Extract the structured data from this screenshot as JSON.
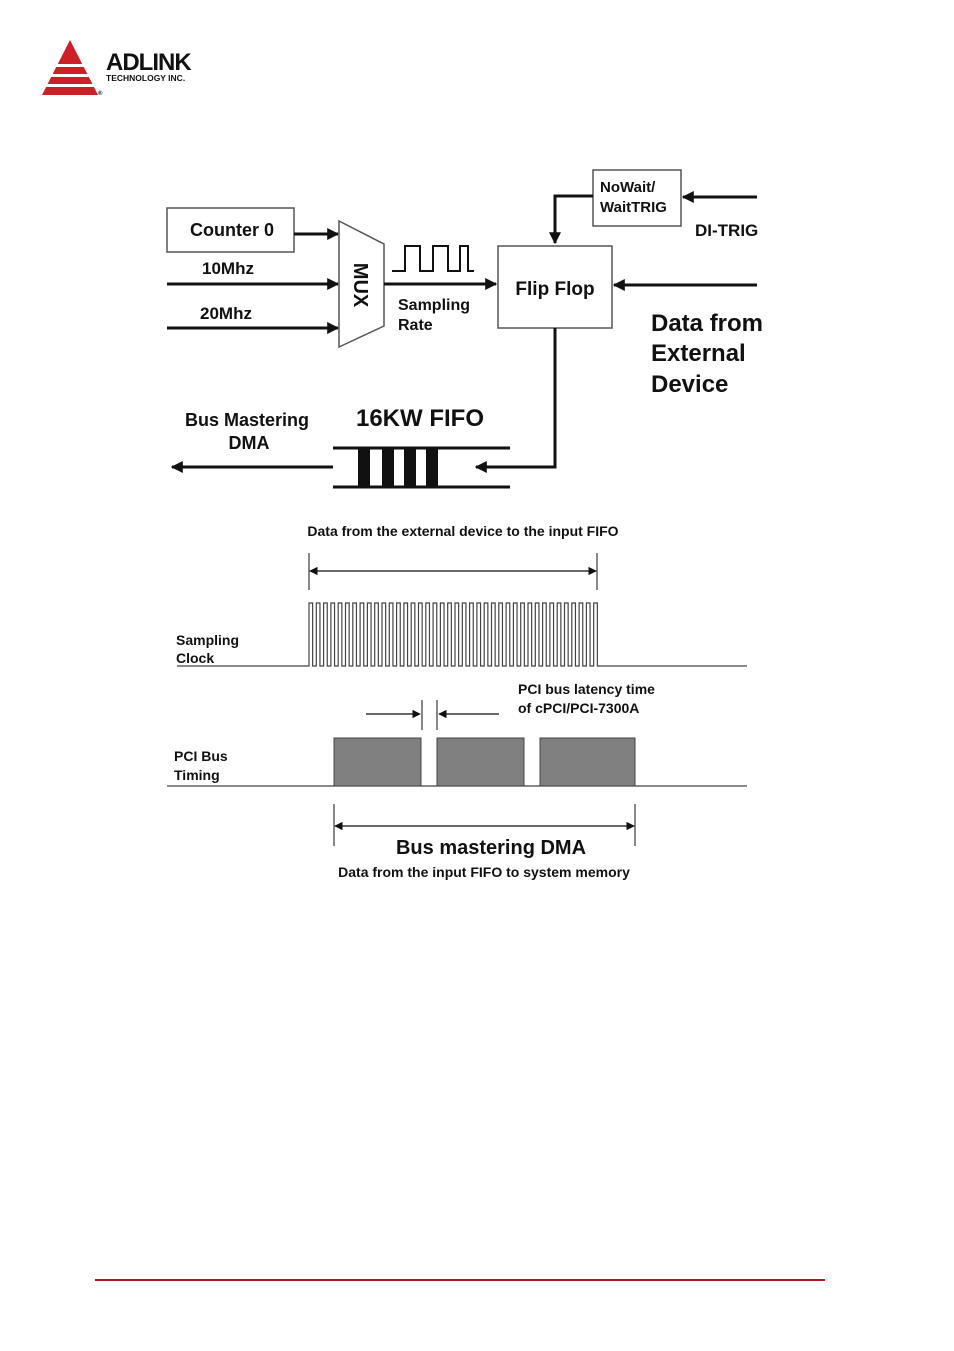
{
  "brand": {
    "name": "ADLINK",
    "tagline": "TECHNOLOGY INC.",
    "registered": "®",
    "color": "#cc1f26"
  },
  "block_diagram": {
    "counter": "Counter 0",
    "clock_10": "10Mhz",
    "clock_20": "20Mhz",
    "mux": "MUX",
    "sampling_rate_1": "Sampling",
    "sampling_rate_2": "Rate",
    "nowait_1": "NoWait/",
    "nowait_2": "WaitTRIG",
    "di_trig": "DI-TRIG",
    "flipflop": "Flip Flop",
    "ext_1": "Data from",
    "ext_2": "External",
    "ext_3": "Device",
    "fifo": "16KW FIFO",
    "bmdma_1": "Bus Mastering",
    "bmdma_2": "DMA"
  },
  "timing": {
    "top_caption": "Data from the external device to the input FIFO",
    "sampling_1": "Sampling",
    "sampling_2": "Clock",
    "latency_1": "PCI bus latency time",
    "latency_2": "of  cPCI/PCI-7300A",
    "pcibus_1": "PCI Bus",
    "pcibus_2": "Timing",
    "bottom_title": "Bus mastering DMA",
    "bottom_caption": "Data from the input FIFO to system memory"
  },
  "colors": {
    "footer_rule": "#b0161f",
    "block_fill": "#808080"
  }
}
